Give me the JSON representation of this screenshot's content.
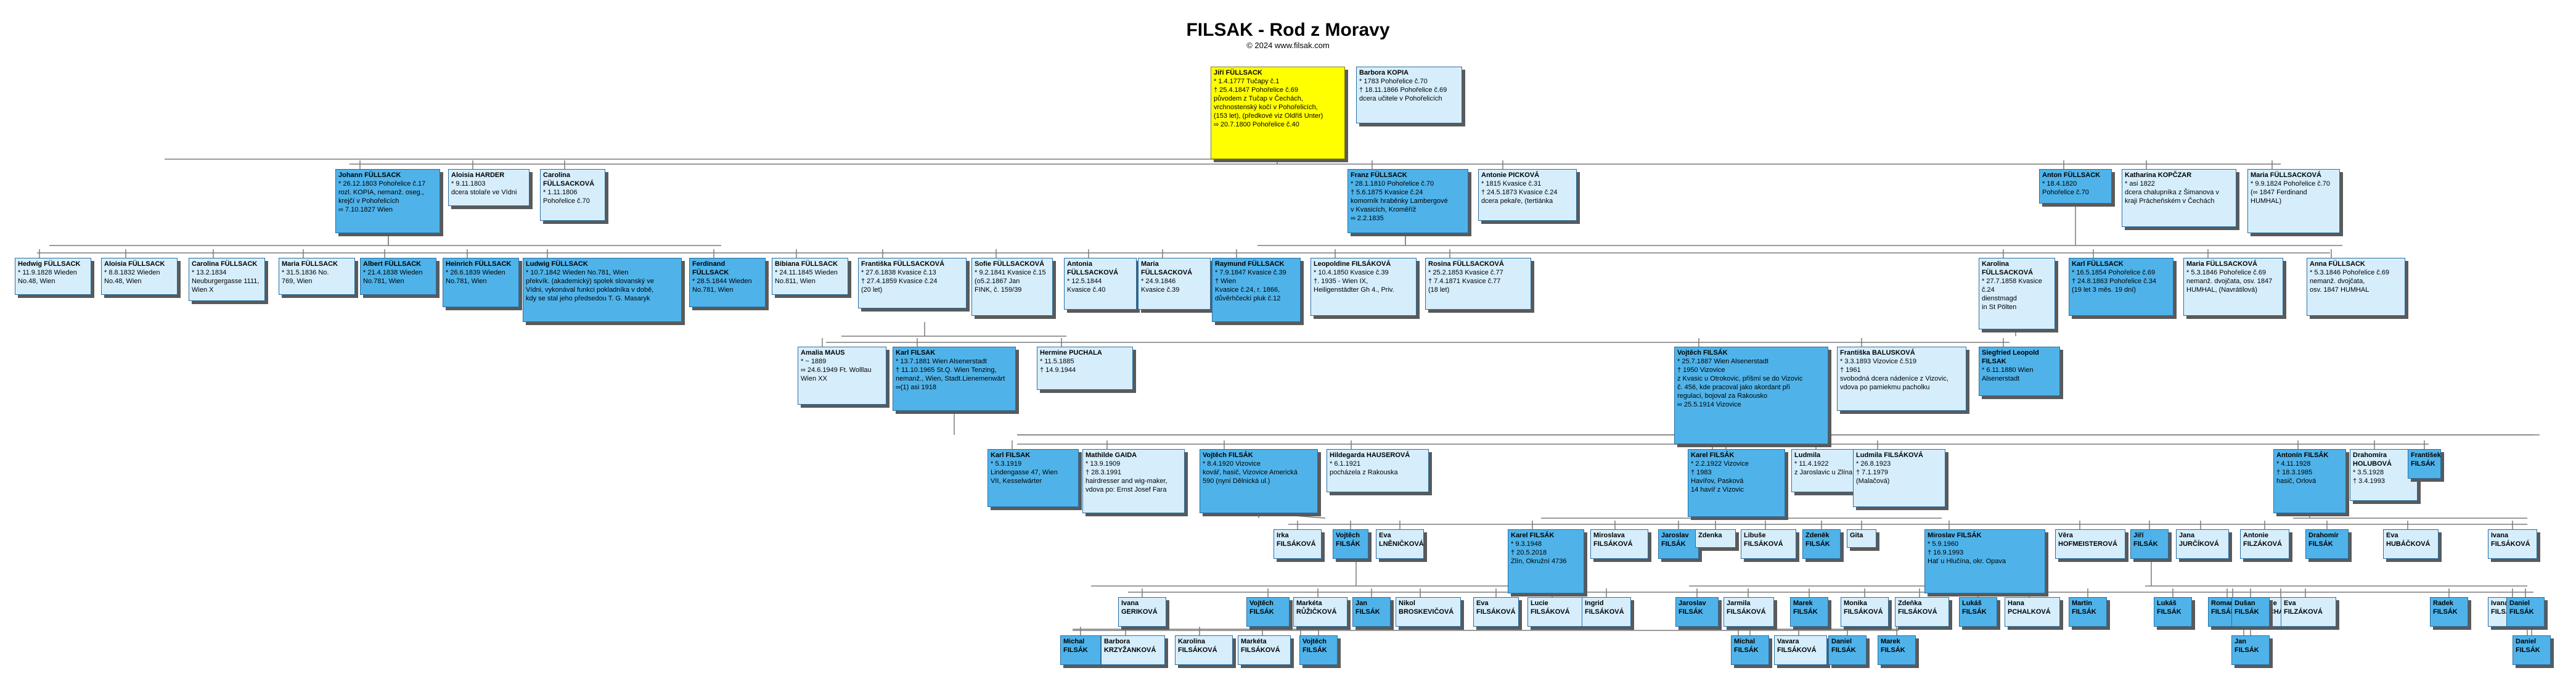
{
  "title": "FILSAK - Rod z Moravy",
  "copyright": "© 2024 www.filsak.com",
  "colors": {
    "male_line": "#4fb3ea",
    "spouse": "#d6eefc",
    "root": "#ffff00",
    "line": "#7a7a7a"
  },
  "people": [
    {
      "name": "Jiří FÜLLSACK",
      "info": "* 1.4.1777 Tučapy č.1\n† 25.4.1847 Pohořelice č.69\npůvodem z Tučap v Čechách,\nvrchnostenský kočí v Pohořelicích,\n(153 let), (předkové viz Oldřiš Unter)\n∞ 20.7.1800 Pohořelice č.40"
    },
    {
      "name": "Barbora KOPIA",
      "info": "* 1783 Pohořelice č.70\n† 18.11.1866 Pohořelice č.69\ndcera učitele v Pohořelicích"
    },
    {
      "name": "Johann FÜLLSACK",
      "info": "* 26.12.1803 Pohořelice č.17\nrozl. KOPIA, nemanž. oseg.,\nkrejčí v Pohořelicích\n∞ 7.10.1827 Wien"
    },
    {
      "name": "Aloisia HARDER",
      "info": "* 9.11.1803\ndcera stolaře ve Vídni"
    },
    {
      "name": "Carolina FÜLLSACKOVÁ",
      "info": "* 1.11.1806\nPohořelice č.70"
    },
    {
      "name": "Franz FÜLLSACK",
      "info": "* 28.1.1810 Pohořelice č.70\n† 5.6.1875 Kvasice č.24\nkomorník hraběnky Lambergové\nv Kvasicích, Kroměříž\n∞ 2.2.1835"
    },
    {
      "name": "Antonie PICKOVÁ",
      "info": "* 1815 Kvasice č.31\n† 24.5.1873 Kvasice č.24\ndcera pekaře, (tertiánka"
    },
    {
      "name": "Anton FÜLLSACK",
      "info": "* 18.4.1820\nPohořelice č.70"
    },
    {
      "name": "Katharina KOPČZAR",
      "info": "* asi 1822\ndcera chalupníka z Šimanova v\nkraji Prácheňském v Čechách"
    },
    {
      "name": "Maria FÜLLSACKOVÁ",
      "info": "* 9.9.1824 Pohořelice č.70\n(∞ 1847 Ferdinand\nHUMHAL)"
    },
    {
      "name": "Hedwig FÜLLSACK",
      "info": "* 11.9.1828 Wieden\nNo.48, Wien"
    },
    {
      "name": "Aloisia FÜLLSACK",
      "info": "* 8.8.1832 Wieden\nNo.48, Wien"
    },
    {
      "name": "Carolina FÜLLSACK",
      "info": "* 13.2.1834\nNeuburgergasse 1111,\nWien X"
    },
    {
      "name": "Maria FÜLLSACK",
      "info": "* 31.5.1836 No.\n769, Wien"
    },
    {
      "name": "Albert FÜLLSACK",
      "info": "* 21.4.1838 Wieden\nNo.781, Wien"
    },
    {
      "name": "Heinrich FÜLLSACK",
      "info": "* 26.6.1839 Wieden\nNo.781, Wien"
    },
    {
      "name": "Ludwig FÜLLSACK",
      "info": "* 10.7.1842 Wieden No.781, Wien\npřekvík. (akademický) spolek slovanský ve\nVídni, vykonával funkci pokladníka v době,\nkdy se stal jeho předsedou T. G. Masaryk"
    },
    {
      "name": "Ferdinand FÜLLSACK",
      "info": "* 28.5.1844 Wieden\nNo.781, Wien"
    },
    {
      "name": "Bibiana FÜLLSACK",
      "info": "* 24.11.1845 Wieden\nNo.811, Wien"
    },
    {
      "name": "Františka FÜLLSACKOVÁ",
      "info": "* 27.6.1838 Kvasice č.13\n† 27.4.1859 Kvasice č.24\n(20 let)"
    },
    {
      "name": "Sofie FÜLLSACKOVÁ",
      "info": "* 9.2.1841 Kvasice č.15\n(o5.2.1867 Jan\nFINK, č. 159/39"
    },
    {
      "name": "Antonia FÜLLSACKOVÁ",
      "info": "* 12.5.1844\nKvasice č.40"
    },
    {
      "name": "Maria FÜLLSACKOVÁ",
      "info": "* 24.9.1846\nKvasice č.39"
    },
    {
      "name": "Raymund FÜLLSACK",
      "info": "* 7.9.1847 Kvasice č.39\n† Wien\nKvasice č.24, r. 1866,\ndůvěrhčeckí pluk č.12"
    },
    {
      "name": "Leopoldine FILSÁKOVÁ",
      "info": "* 10.4.1850 Kvasice č.39\n†. 1935 - Wien IX,\nHeiligenstädter Gh 4., Priv."
    },
    {
      "name": "Rosina FÜLLSACKOVÁ",
      "info": "* 25.2.1853 Kvasice č.77\n† 7.4.1871 Kvasice č.77\n(18 let)"
    },
    {
      "name": "Karolina FÜLLSACKOVÁ",
      "info": "* 27.7.1858 Kvasice č.24\ndienstmagd\nin St Pölten"
    },
    {
      "name": "Karl FÜLLSACK",
      "info": "* 16.5.1854 Pohořelice č.69\n† 24.8.1863 Pohořelice č.34\n(19 let 3 měs. 19 dní)"
    },
    {
      "name": "Maria FÜLLSACKOVÁ",
      "info": "* 5.3.1846 Pohořelice č.69\nnemanž. dvojčata, osv. 1847\nHUMHAL, (Navrátilová)"
    },
    {
      "name": "Anna FÜLLSACK",
      "info": "* 5.3.1846 Pohořelice č.69\nnemanž. dvojčata,\nosv. 1847 HUMHAL"
    },
    {
      "name": "Amalia MAUS",
      "info": "* ~ 1889\n∞ 24.6.1949 Ft. Wolllau\nWien XX"
    },
    {
      "name": "Karl FILSAK",
      "info": "* 13.7.1881 Wien Alsenerstadt\n† 11.10.1965 St.Q. Wien Tenzing,\nnemanž., Wien, Stadt.Lienemenwärt\n∞(1) asi 1918"
    },
    {
      "name": "Hermine PUCHALA",
      "info": "* 11.5.1885\n† 14.9.1944"
    },
    {
      "name": "Vojtěch FILSÁK",
      "info": "* 25.7.1887 Wien Alsenerstadt\n† 1950 Vizovice\nz Kvasic u Otrokovic, přišmí se do Vizovic\nč. 456, kde pracoval jako akordant při\nregulaci, bojoval za Rakousko\n∞ 25.5.1914 Vizovice"
    },
    {
      "name": "Františka BALUSKOVÁ",
      "info": "* 3.3.1893 Vizovice č.519\n† 1961\nsvobodná dcera nádeníce z Vizovic,\nvdova po pamiekmu pacholku"
    },
    {
      "name": "Siegfried Leopold FILSAK",
      "info": "* 6.11.1880 Wien\nAlsenerstadt"
    },
    {
      "name": "Karl FILSAK",
      "info": "* 5.3.1919\nLindengasse 47, Wien\nVII, Kesselwärter"
    },
    {
      "name": "Mathilde GAIDA",
      "info": "* 13.9.1909\n† 28.3.1991\nhairdresser and wig-maker,\nvdova po: Ernst Josef Fara"
    },
    {
      "name": "Vojtěch FILSÁK",
      "info": "* 8.4.1920 Vizovice\nkovář, hasič, Vizovice Americká\n590 (nyní Dělnická ul.)"
    },
    {
      "name": "Hildegarda HAUSEROVÁ",
      "info": "* 6.1.1921\npocházela z Rakouska"
    },
    {
      "name": "Karel FILSÁK",
      "info": "* 2.2.1922 Vizovice\n† 1983\nHavířov, Pasková\n14 havíř z Vizovic"
    },
    {
      "name": "Ludmila",
      "info": "* 11.4.1922\nz Jaroslavic u Zlína"
    },
    {
      "name": "Ludmila FILSÁKOVÁ",
      "info": "* 26.8.1923\n† 7.1.1979\n(Malačová)"
    },
    {
      "name": "Antonín FILSÁK",
      "info": "* 4.11.1928\n† 18.3.1985\nhasič, Orlová"
    },
    {
      "name": "Drahomíra HOLUBOVÁ",
      "info": "* 3.5.1928\n† 3.4.1993"
    },
    {
      "name": "František FILSÁK",
      "info": ""
    },
    {
      "name": "Irka FILSÁKOVÁ",
      "info": ""
    },
    {
      "name": "Vojtěch FILSÁK",
      "info": ""
    },
    {
      "name": "Eva LNĚNIČKOVÁ",
      "info": ""
    },
    {
      "name": "Karel FILSÁK",
      "info": "* 9.3.1948\n† 20.5.2018\nZlín, Okružní 4736"
    },
    {
      "name": "Miroslava FILSÁKOVÁ",
      "info": ""
    },
    {
      "name": "Jaroslav FILSÁK",
      "info": ""
    },
    {
      "name": "Zdenka",
      "info": ""
    },
    {
      "name": "Libuše FILSÁKOVÁ",
      "info": ""
    },
    {
      "name": "Zdeněk FILSÁK",
      "info": ""
    },
    {
      "name": "Gita",
      "info": ""
    },
    {
      "name": "Miroslav FILSÁK",
      "info": "* 5.9.1960\n† 16.9.1993\nHať u Hlučína, okr. Opava"
    },
    {
      "name": "Věra HOFMEISTEROVÁ",
      "info": ""
    },
    {
      "name": "Jiří FILSÁK",
      "info": ""
    },
    {
      "name": "Jana JURČÍKOVÁ",
      "info": ""
    },
    {
      "name": "Antonie FILZÁKOVÁ",
      "info": ""
    },
    {
      "name": "Drahomír FILSÁK",
      "info": ""
    },
    {
      "name": "Eva HUBÁČKOVÁ",
      "info": ""
    },
    {
      "name": "Ivana FILSÁKOVÁ",
      "info": ""
    },
    {
      "name": "Ivana GERIKOVÁ",
      "info": ""
    },
    {
      "name": "Vojtěch FILSÁK",
      "info": ""
    },
    {
      "name": "Markéta RŮŽIČKOVÁ",
      "info": ""
    },
    {
      "name": "Jan FILSÁK",
      "info": ""
    },
    {
      "name": "Nikol BROSKEVIČOVÁ",
      "info": ""
    },
    {
      "name": "Eva FILSÁKOVÁ",
      "info": ""
    },
    {
      "name": "Lucie FILSÁKOVÁ",
      "info": ""
    },
    {
      "name": "Ingrid FILSÁKOVÁ",
      "info": ""
    },
    {
      "name": "Jaroslav FILSÁK",
      "info": ""
    },
    {
      "name": "Jarmila FILSÁKOVÁ",
      "info": ""
    },
    {
      "name": "Marek FILSÁK",
      "info": ""
    },
    {
      "name": "Monika FILSÁKOVÁ",
      "info": ""
    },
    {
      "name": "Zdeňka FILSÁKOVÁ",
      "info": ""
    },
    {
      "name": "Lukáš FILSÁK",
      "info": ""
    },
    {
      "name": "Hana PCHALKOVÁ",
      "info": ""
    },
    {
      "name": "Martin FILSÁK",
      "info": ""
    },
    {
      "name": "Lukáš FILSÁK",
      "info": ""
    },
    {
      "name": "Veronika KRAPLOVÁ",
      "info": ""
    },
    {
      "name": "Roman FILSÁK",
      "info": ""
    },
    {
      "name": "Lucie KUCHAŘOVÁ",
      "info": ""
    },
    {
      "name": "Dušan FILSÁK",
      "info": ""
    },
    {
      "name": "Eva FILZÁKOVÁ",
      "info": ""
    },
    {
      "name": "Radek FILSÁK",
      "info": ""
    },
    {
      "name": "Ivana FILSÁKOVÁ",
      "info": ""
    },
    {
      "name": "Daniel FILSÁK",
      "info": ""
    },
    {
      "name": "Michal FILSÁK",
      "info": ""
    },
    {
      "name": "Barbora KRZYŽANKOVÁ",
      "info": ""
    },
    {
      "name": "Karolina FILSÁKOVÁ",
      "info": ""
    },
    {
      "name": "Markéta FILSÁKOVÁ",
      "info": ""
    },
    {
      "name": "Vojtěch FILSÁK",
      "info": ""
    },
    {
      "name": "Michal FILSÁK",
      "info": ""
    },
    {
      "name": "Vavara FILSÁKOVÁ",
      "info": ""
    },
    {
      "name": "Daniel FILSÁK",
      "info": ""
    },
    {
      "name": "Marek FILSÁK",
      "info": ""
    },
    {
      "name": "Jan FILSÁK",
      "info": ""
    },
    {
      "name": "Daniel FILSÁK",
      "info": ""
    }
  ]
}
